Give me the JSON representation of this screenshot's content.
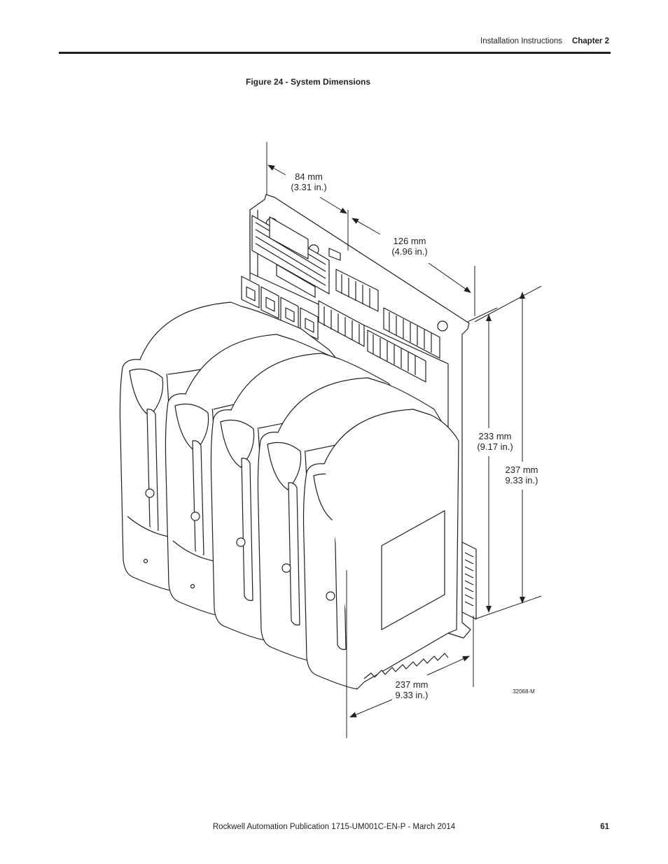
{
  "header": {
    "section": "Installation Instructions",
    "chapter": "Chapter 2"
  },
  "figure": {
    "caption": "Figure 24 - System Dimensions",
    "dims": {
      "top_depth_mm": "84 mm",
      "top_depth_in": "(3.31 in.)",
      "top_width_mm": "126 mm",
      "top_width_in": "(4.96 in.)",
      "base_height_mm": "233 mm",
      "base_height_in": "(9.17 in.)",
      "total_height_mm": "237 mm",
      "total_height_in": "9.33 in.)",
      "bottom_width_mm": "237 mm",
      "bottom_width_in": "9.33 in.)"
    },
    "figure_number": "32068-M"
  },
  "footer": {
    "publication": "Rockwell Automation Publication 1715-UM001C-EN-P - March 2014",
    "page": "61"
  }
}
